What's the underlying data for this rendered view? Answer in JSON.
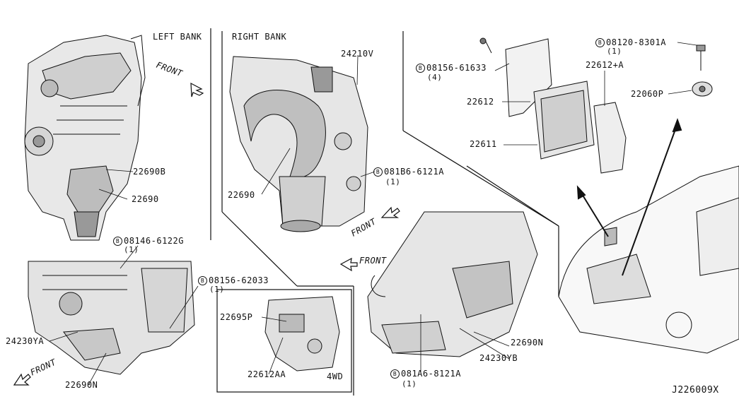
{
  "sections": {
    "left_bank": "LEFT BANK",
    "right_bank": "RIGHT BANK",
    "four_wd": "4WD"
  },
  "front_labels": [
    "FRONT",
    "FRONT",
    "FRONT",
    "FRONT"
  ],
  "bolt_symbol": "B",
  "parts": {
    "p22690B": "22690B",
    "p22690_left": "22690",
    "p08146": "08146-6122G",
    "p08146_qty": "(1)",
    "p08156_62033": "08156-62033",
    "p08156_62033_qty": "(1)",
    "p24230YA": "24230YA",
    "p22690N_left": "22690N",
    "p24210V": "24210V",
    "p22690_right": "22690",
    "p081B6": "081B6-6121A",
    "p081B6_qty": "(1)",
    "p22695P": "22695P",
    "p22612AA": "22612AA",
    "p22690N_right": "22690N",
    "p24230YB": "24230YB",
    "p081A6": "081A6-8121A",
    "p081A6_qty": "(1)",
    "p08156_61633": "08156-61633",
    "p08156_61633_qty": "(4)",
    "p22612": "22612",
    "p22611": "22611",
    "p22612A": "22612+A",
    "p08120": "08120-8301A",
    "p08120_qty": "(1)",
    "p22060P": "22060P"
  },
  "diagram_id": "J226009X"
}
